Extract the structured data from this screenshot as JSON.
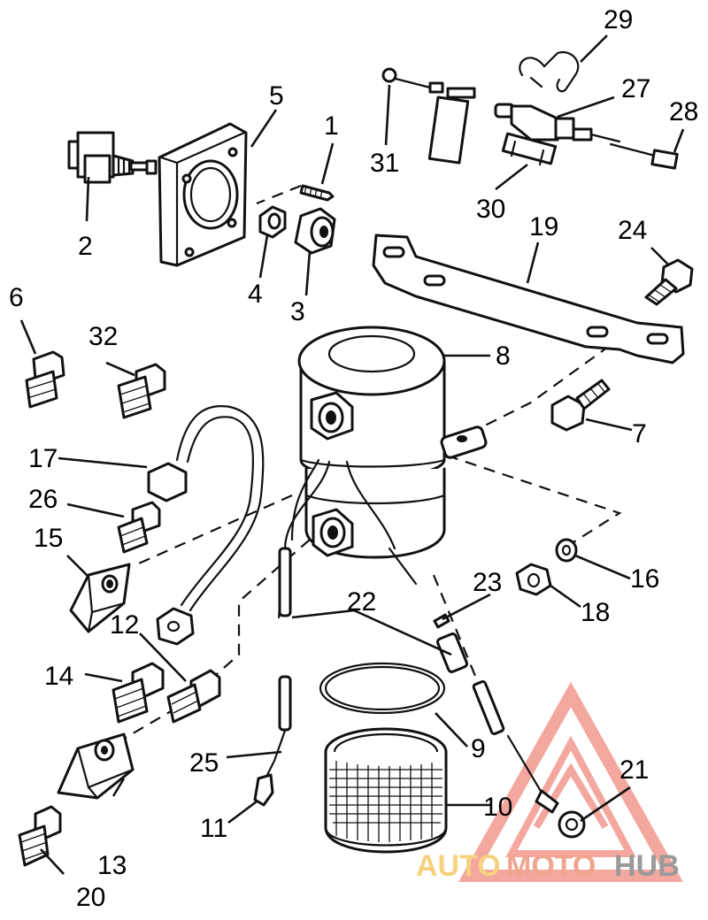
{
  "watermark": {
    "brand_part1": "AUTO",
    "brand_part2": "MOTO",
    "brand_part3": "HUB",
    "colors": {
      "auto": "#f7d27e",
      "moto": "#f0a58f",
      "hub": "#9a9a9a",
      "logo": "#f08a80"
    }
  },
  "callouts": [
    {
      "id": "1",
      "label": "1"
    },
    {
      "id": "2",
      "label": "2"
    },
    {
      "id": "3",
      "label": "3"
    },
    {
      "id": "4",
      "label": "4"
    },
    {
      "id": "5",
      "label": "5"
    },
    {
      "id": "6",
      "label": "6"
    },
    {
      "id": "7",
      "label": "7"
    },
    {
      "id": "8",
      "label": "8"
    },
    {
      "id": "9",
      "label": "9"
    },
    {
      "id": "10",
      "label": "10"
    },
    {
      "id": "11",
      "label": "11"
    },
    {
      "id": "12",
      "label": "12"
    },
    {
      "id": "13",
      "label": "13"
    },
    {
      "id": "14",
      "label": "14"
    },
    {
      "id": "15",
      "label": "15"
    },
    {
      "id": "16",
      "label": "16"
    },
    {
      "id": "17",
      "label": "17"
    },
    {
      "id": "18",
      "label": "18"
    },
    {
      "id": "19",
      "label": "19"
    },
    {
      "id": "20",
      "label": "20"
    },
    {
      "id": "21",
      "label": "21"
    },
    {
      "id": "22",
      "label": "22"
    },
    {
      "id": "23",
      "label": "23"
    },
    {
      "id": "24",
      "label": "24"
    },
    {
      "id": "25",
      "label": "25"
    },
    {
      "id": "26",
      "label": "26"
    },
    {
      "id": "27",
      "label": "27"
    },
    {
      "id": "28",
      "label": "28"
    },
    {
      "id": "29",
      "label": "29"
    },
    {
      "id": "30",
      "label": "30"
    },
    {
      "id": "31",
      "label": "31"
    },
    {
      "id": "32",
      "label": "32"
    }
  ]
}
